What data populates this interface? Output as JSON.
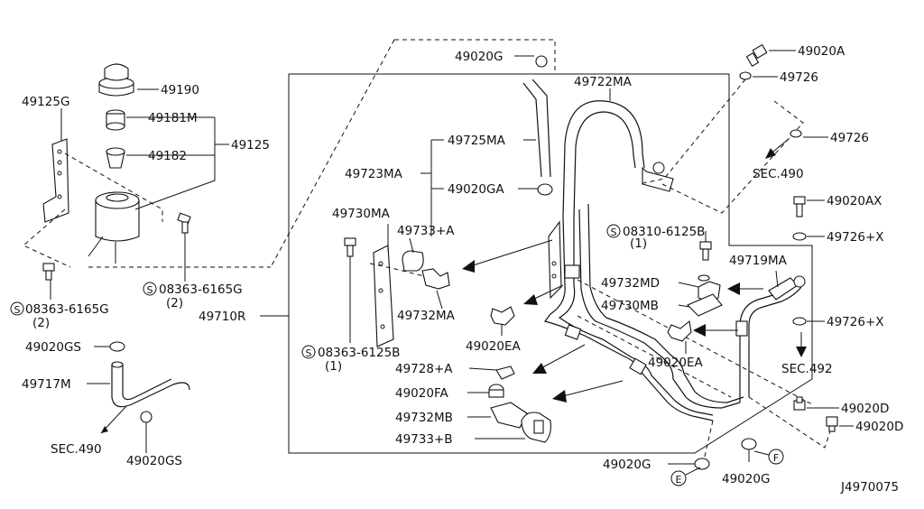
{
  "diagram_id": "J4970075",
  "labels": {
    "p49190": "49190",
    "p49181M": "49181M",
    "p49182": "49182",
    "p49125": "49125",
    "p49125G": "49125G",
    "bolt_left": "08363-6165G",
    "bolt_left_qty": "(2)",
    "bolt_mid": "08363-6165G",
    "bolt_mid_qty": "(2)",
    "p49710R": "49710R",
    "p49020GS_a": "49020GS",
    "p49717M": "49717M",
    "sec490_left": "SEC.490",
    "p49020GS_b": "49020GS",
    "p49020G_top": "49020G",
    "p49722MA": "49722MA",
    "p49725MA": "49725MA",
    "p49723MA": "49723MA",
    "p49020GA": "49020GA",
    "p49730MA": "49730MA",
    "p49733A": "49733+A",
    "p49732MA": "49732MA",
    "bolt_6125B_a": "08363-6125B",
    "bolt_6125B_a_qty": "(1)",
    "bolt_08310": "08310-6125B",
    "bolt_08310_qty": "(1)",
    "p49732MD": "49732MD",
    "p49730MB": "49730MB",
    "p49020EA_a": "49020EA",
    "p49020EA_b": "49020EA",
    "p49728A": "49728+A",
    "p49020FA": "49020FA",
    "p49732MB": "49732MB",
    "p49733B": "49733+B",
    "p49020G_bot": "49020G",
    "p49020G_bot2": "49020G",
    "p49020A": "49020A",
    "p49726_a": "49726",
    "p49726_b": "49726",
    "sec490_right": "SEC.490",
    "p49020AX": "49020AX",
    "p49726X_a": "49726+X",
    "p49719MA": "49719MA",
    "p49726X_b": "49726+X",
    "sec492": "SEC.492",
    "p49020D_a": "49020D",
    "p49020D_b": "49020D",
    "callout_E": "E",
    "callout_F": "F",
    "symbol_S": "S"
  }
}
